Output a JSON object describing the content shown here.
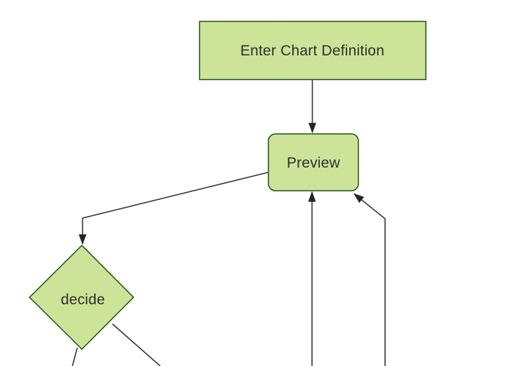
{
  "diagram": {
    "type": "flowchart",
    "direction": "top-down",
    "nodes": [
      {
        "id": "enter",
        "label": "Enter Chart Definition",
        "shape": "rectangle"
      },
      {
        "id": "preview",
        "label": "Preview",
        "shape": "rounded-rectangle"
      },
      {
        "id": "decide",
        "label": "decide",
        "shape": "diamond"
      }
    ],
    "edges": [
      {
        "from": "enter",
        "to": "preview",
        "arrowhead": true
      },
      {
        "from": "preview",
        "to": "decide",
        "arrowhead": true
      },
      {
        "from": "decide",
        "to": "offscreen-bottom-left",
        "arrowhead": false
      },
      {
        "from": "decide",
        "to": "offscreen-bottom-right",
        "arrowhead": false
      },
      {
        "from": "offscreen-bottom",
        "to": "preview",
        "arrowhead": true
      },
      {
        "from": "offscreen-bottom-right",
        "to": "preview",
        "arrowhead": true
      }
    ]
  },
  "colors": {
    "background": "#ffffff",
    "node_fill": "#cde498",
    "node_border": "#13540c",
    "edge_line": "#333333",
    "arrowhead": "#252525",
    "label_text": "#2e2e2e"
  }
}
